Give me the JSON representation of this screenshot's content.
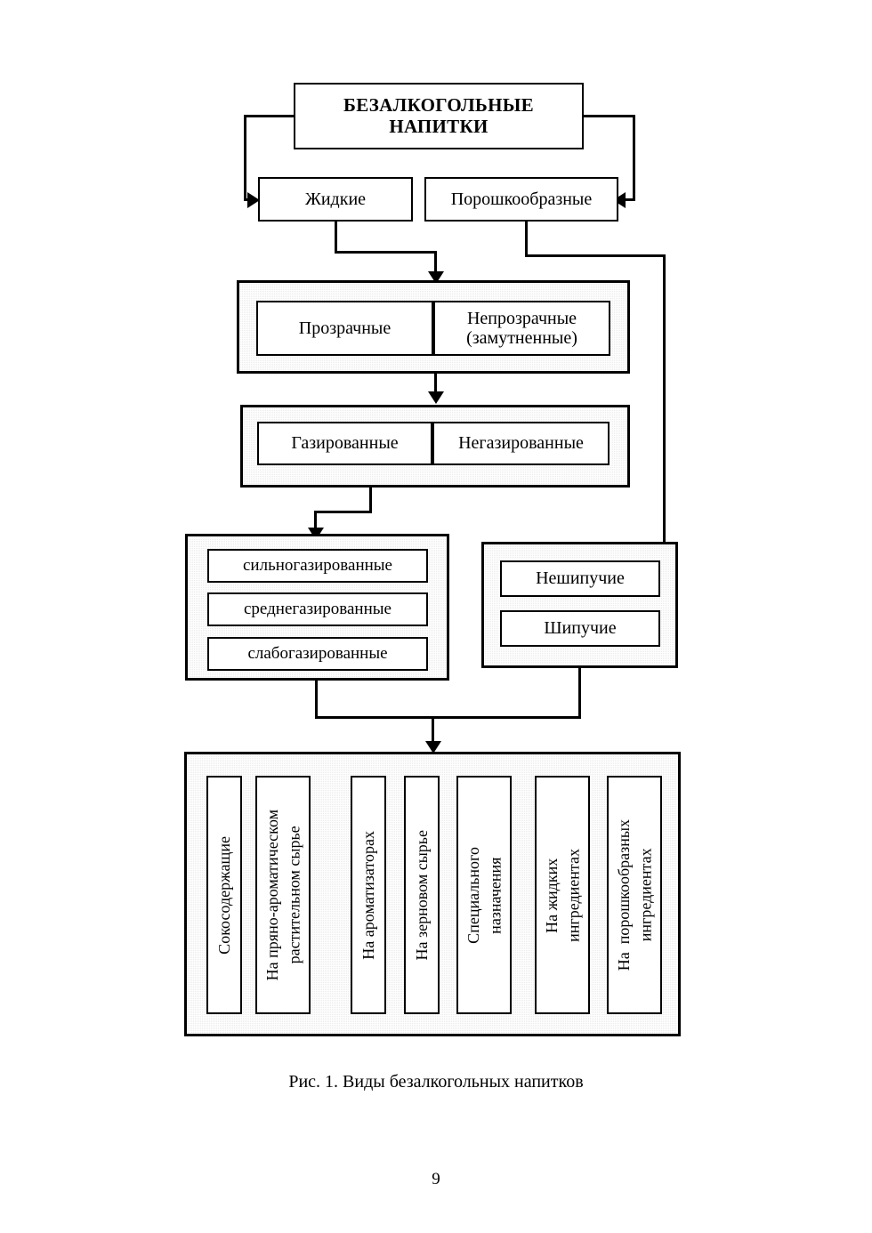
{
  "page": {
    "folio": "9",
    "caption": "Рис. 1. Виды безалкогольных напитков",
    "background_color": "#ffffff",
    "line_color": "#000000",
    "group_fill_color": "#ededed"
  },
  "diagram": {
    "title": "Виды безалкогольных напитков",
    "root": {
      "label_line1": "БЕЗАЛКОГОЛЬНЫЕ",
      "label_line2": "НАПИТКИ"
    },
    "level2": [
      {
        "label": "Жидкие"
      },
      {
        "label": "Порошкообразные"
      }
    ],
    "clarity_group": {
      "items": [
        {
          "label": "Прозрачные"
        },
        {
          "label_line1": "Непрозрачные",
          "label_line2": "(замутненные)"
        }
      ]
    },
    "carbonation_group": {
      "items": [
        {
          "label": "Газированные"
        },
        {
          "label": "Негазированные"
        }
      ]
    },
    "carbonation_degree_group": {
      "items": [
        {
          "label": "сильногазированные"
        },
        {
          "label": "среднегазированные"
        },
        {
          "label": "слабогазированные"
        }
      ]
    },
    "fizz_group": {
      "items": [
        {
          "label": "Нешипучие"
        },
        {
          "label": "Шипучие"
        }
      ]
    },
    "classification_group": {
      "items": [
        {
          "label": "Сокосодержащие"
        },
        {
          "label": "На пряно-ароматическом\nрастительном сырье"
        },
        {
          "label": "На ароматизаторах"
        },
        {
          "label": "На зерновом сырье"
        },
        {
          "label": "Специального\nназначения"
        },
        {
          "label": "На жидких\nингредиентах"
        },
        {
          "label": "На  порошкообразных\nингредиентах"
        }
      ]
    }
  }
}
